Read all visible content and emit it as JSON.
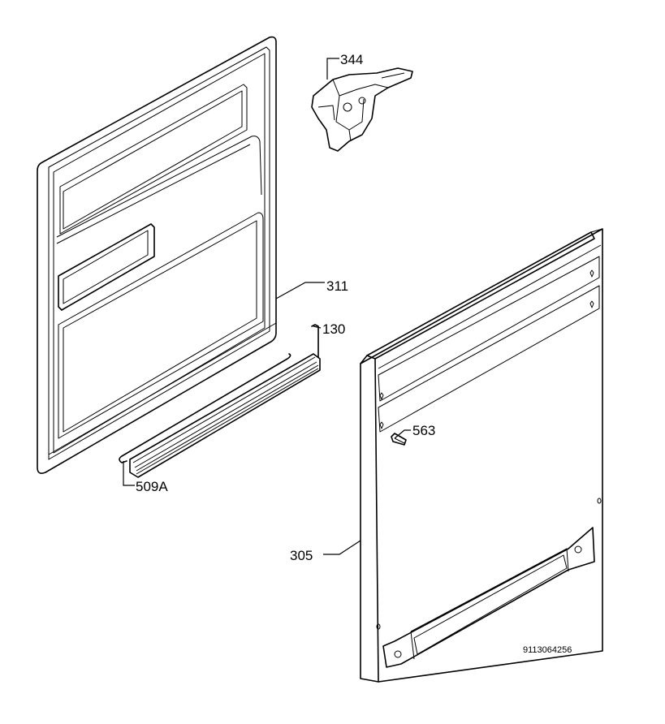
{
  "parts": [
    {
      "id": "p344",
      "label": "344"
    },
    {
      "id": "p311",
      "label": "311"
    },
    {
      "id": "p130",
      "label": "130"
    },
    {
      "id": "p563",
      "label": "563"
    },
    {
      "id": "p509a",
      "label": "509A"
    },
    {
      "id": "p305",
      "label": "305"
    }
  ],
  "drawing_code": "9113064256"
}
